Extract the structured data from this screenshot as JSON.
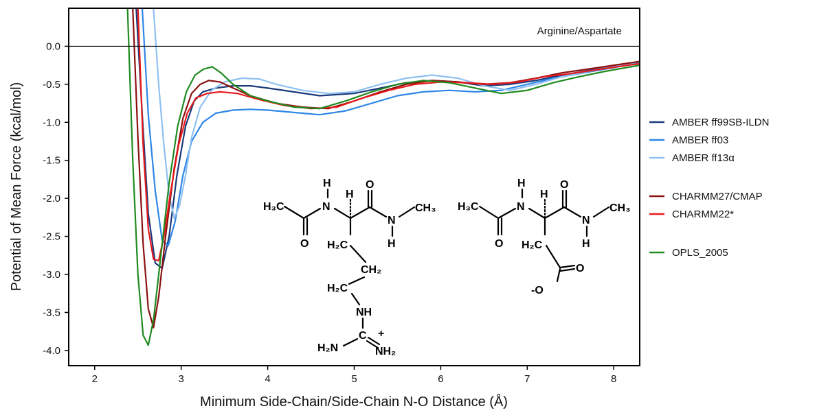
{
  "chart_data": {
    "type": "line",
    "title": "",
    "annotation": "Arginine/Aspartate",
    "xlabel": "Minimum Side-Chain/Side-Chain N-O Distance (Å)",
    "ylabel": "Potential of Mean Force (kcal/mol)",
    "xlim": [
      1.7,
      8.3
    ],
    "ylim": [
      -4.2,
      0.5
    ],
    "xticks": [
      2,
      3,
      4,
      5,
      6,
      7,
      8
    ],
    "yticks": [
      0.0,
      -0.5,
      -1.0,
      -1.5,
      -2.0,
      -2.5,
      -3.0,
      -3.5,
      -4.0
    ],
    "ytick_labels": [
      "0.0",
      "-0.5",
      "-1.0",
      "-1.5",
      "-2.0",
      "-2.5",
      "-3.0",
      "-3.5",
      "-4.0"
    ],
    "reference_line_y": 0.0,
    "grid": false,
    "legend_position": "right",
    "series": [
      {
        "name": "AMBER ff99SB-ILDN",
        "color": "#1a3a7a",
        "x": [
          2.48,
          2.55,
          2.62,
          2.7,
          2.78,
          2.86,
          2.95,
          3.05,
          3.15,
          3.25,
          3.4,
          3.6,
          3.8,
          4.0,
          4.3,
          4.6,
          5.0,
          5.3,
          5.6,
          5.9,
          6.2,
          6.5,
          6.8,
          7.1,
          7.4,
          7.7,
          8.0,
          8.3
        ],
        "y": [
          0.5,
          -0.9,
          -2.2,
          -2.85,
          -2.92,
          -2.5,
          -1.7,
          -1.05,
          -0.72,
          -0.6,
          -0.55,
          -0.52,
          -0.52,
          -0.55,
          -0.6,
          -0.65,
          -0.62,
          -0.55,
          -0.48,
          -0.45,
          -0.47,
          -0.52,
          -0.5,
          -0.45,
          -0.38,
          -0.32,
          -0.27,
          -0.2
        ]
      },
      {
        "name": "AMBER ff03",
        "color": "#2e86e6",
        "x": [
          2.55,
          2.62,
          2.7,
          2.78,
          2.85,
          2.93,
          3.02,
          3.12,
          3.25,
          3.4,
          3.6,
          3.8,
          4.0,
          4.3,
          4.6,
          4.9,
          5.2,
          5.5,
          5.8,
          6.1,
          6.4,
          6.7,
          7.0,
          7.3,
          7.6,
          7.9,
          8.3
        ],
        "y": [
          0.5,
          -0.9,
          -1.9,
          -2.55,
          -2.62,
          -2.3,
          -1.7,
          -1.25,
          -1.0,
          -0.88,
          -0.84,
          -0.83,
          -0.84,
          -0.87,
          -0.9,
          -0.85,
          -0.75,
          -0.65,
          -0.6,
          -0.58,
          -0.6,
          -0.58,
          -0.5,
          -0.42,
          -0.36,
          -0.3,
          -0.22
        ]
      },
      {
        "name": "AMBER ff13α",
        "color": "#8ec0f2",
        "x": [
          2.68,
          2.74,
          2.8,
          2.86,
          2.92,
          2.98,
          3.05,
          3.12,
          3.22,
          3.35,
          3.5,
          3.7,
          3.9,
          4.1,
          4.4,
          4.7,
          5.0,
          5.3,
          5.6,
          5.9,
          6.2,
          6.5,
          6.8,
          7.1,
          7.4,
          7.7,
          8.0,
          8.3
        ],
        "y": [
          0.5,
          -0.5,
          -1.3,
          -1.95,
          -2.26,
          -2.1,
          -1.7,
          -1.2,
          -0.8,
          -0.58,
          -0.47,
          -0.42,
          -0.43,
          -0.5,
          -0.58,
          -0.62,
          -0.6,
          -0.5,
          -0.42,
          -0.38,
          -0.42,
          -0.52,
          -0.58,
          -0.5,
          -0.4,
          -0.33,
          -0.27,
          -0.2
        ]
      },
      {
        "name": "CHARMM27/CMAP",
        "color": "#8a1010",
        "x": [
          2.44,
          2.5,
          2.56,
          2.62,
          2.68,
          2.74,
          2.82,
          2.92,
          3.02,
          3.12,
          3.22,
          3.32,
          3.45,
          3.6,
          3.8,
          4.1,
          4.4,
          4.7,
          5.0,
          5.3,
          5.6,
          5.9,
          6.2,
          6.5,
          6.8,
          7.1,
          7.4,
          7.7,
          8.0,
          8.3
        ],
        "y": [
          0.5,
          -1.2,
          -2.6,
          -3.45,
          -3.7,
          -3.3,
          -2.5,
          -1.6,
          -0.95,
          -0.62,
          -0.5,
          -0.45,
          -0.47,
          -0.55,
          -0.65,
          -0.75,
          -0.8,
          -0.82,
          -0.72,
          -0.6,
          -0.5,
          -0.45,
          -0.47,
          -0.5,
          -0.48,
          -0.42,
          -0.35,
          -0.3,
          -0.25,
          -0.2
        ]
      },
      {
        "name": "CHARMM22*",
        "color": "#e8191c",
        "x": [
          2.5,
          2.56,
          2.62,
          2.68,
          2.74,
          2.8,
          2.88,
          2.97,
          3.07,
          3.17,
          3.3,
          3.45,
          3.65,
          3.9,
          4.2,
          4.5,
          4.8,
          5.1,
          5.4,
          5.7,
          6.0,
          6.3,
          6.6,
          6.9,
          7.2,
          7.5,
          7.8,
          8.1,
          8.3
        ],
        "y": [
          0.5,
          -1.3,
          -2.4,
          -2.8,
          -2.82,
          -2.5,
          -1.9,
          -1.3,
          -0.88,
          -0.68,
          -0.62,
          -0.6,
          -0.62,
          -0.7,
          -0.78,
          -0.82,
          -0.8,
          -0.68,
          -0.58,
          -0.5,
          -0.47,
          -0.48,
          -0.5,
          -0.47,
          -0.4,
          -0.36,
          -0.31,
          -0.26,
          -0.23
        ]
      },
      {
        "name": "OPLS_2005",
        "color": "#1f8a1f",
        "x": [
          2.38,
          2.44,
          2.5,
          2.56,
          2.62,
          2.68,
          2.76,
          2.86,
          2.96,
          3.06,
          3.16,
          3.26,
          3.36,
          3.46,
          3.6,
          3.8,
          4.0,
          4.3,
          4.6,
          4.9,
          5.2,
          5.5,
          5.8,
          6.1,
          6.4,
          6.7,
          7.0,
          7.3,
          7.6,
          7.9,
          8.3
        ],
        "y": [
          0.5,
          -1.5,
          -3.0,
          -3.8,
          -3.93,
          -3.6,
          -2.8,
          -1.8,
          -1.05,
          -0.6,
          -0.38,
          -0.3,
          -0.27,
          -0.35,
          -0.5,
          -0.65,
          -0.72,
          -0.8,
          -0.82,
          -0.72,
          -0.6,
          -0.5,
          -0.45,
          -0.48,
          -0.55,
          -0.62,
          -0.58,
          -0.48,
          -0.4,
          -0.33,
          -0.25
        ]
      }
    ]
  },
  "molecules": {
    "arginine": {
      "h3c": "H₃C",
      "n1": "N",
      "h1": "H",
      "ca_h": "H",
      "o1": "O",
      "o2": "O",
      "n2": "N",
      "h2": "H",
      "ch3": "CH₃",
      "cb": "H₂C",
      "cg": "CH₂",
      "cd": "H₂C",
      "nh": "NH",
      "plus": "+",
      "cz": "C",
      "nh2a": "H₂N",
      "nh2b": "NH₂"
    },
    "aspartate": {
      "h3c": "H₃C",
      "n1": "N",
      "h1": "H",
      "ca_h": "H",
      "o1": "O",
      "o2": "O",
      "n2": "N",
      "h2": "H",
      "ch3": "CH₃",
      "cb": "H₂C",
      "o3": "O",
      "o4": "-O"
    }
  }
}
